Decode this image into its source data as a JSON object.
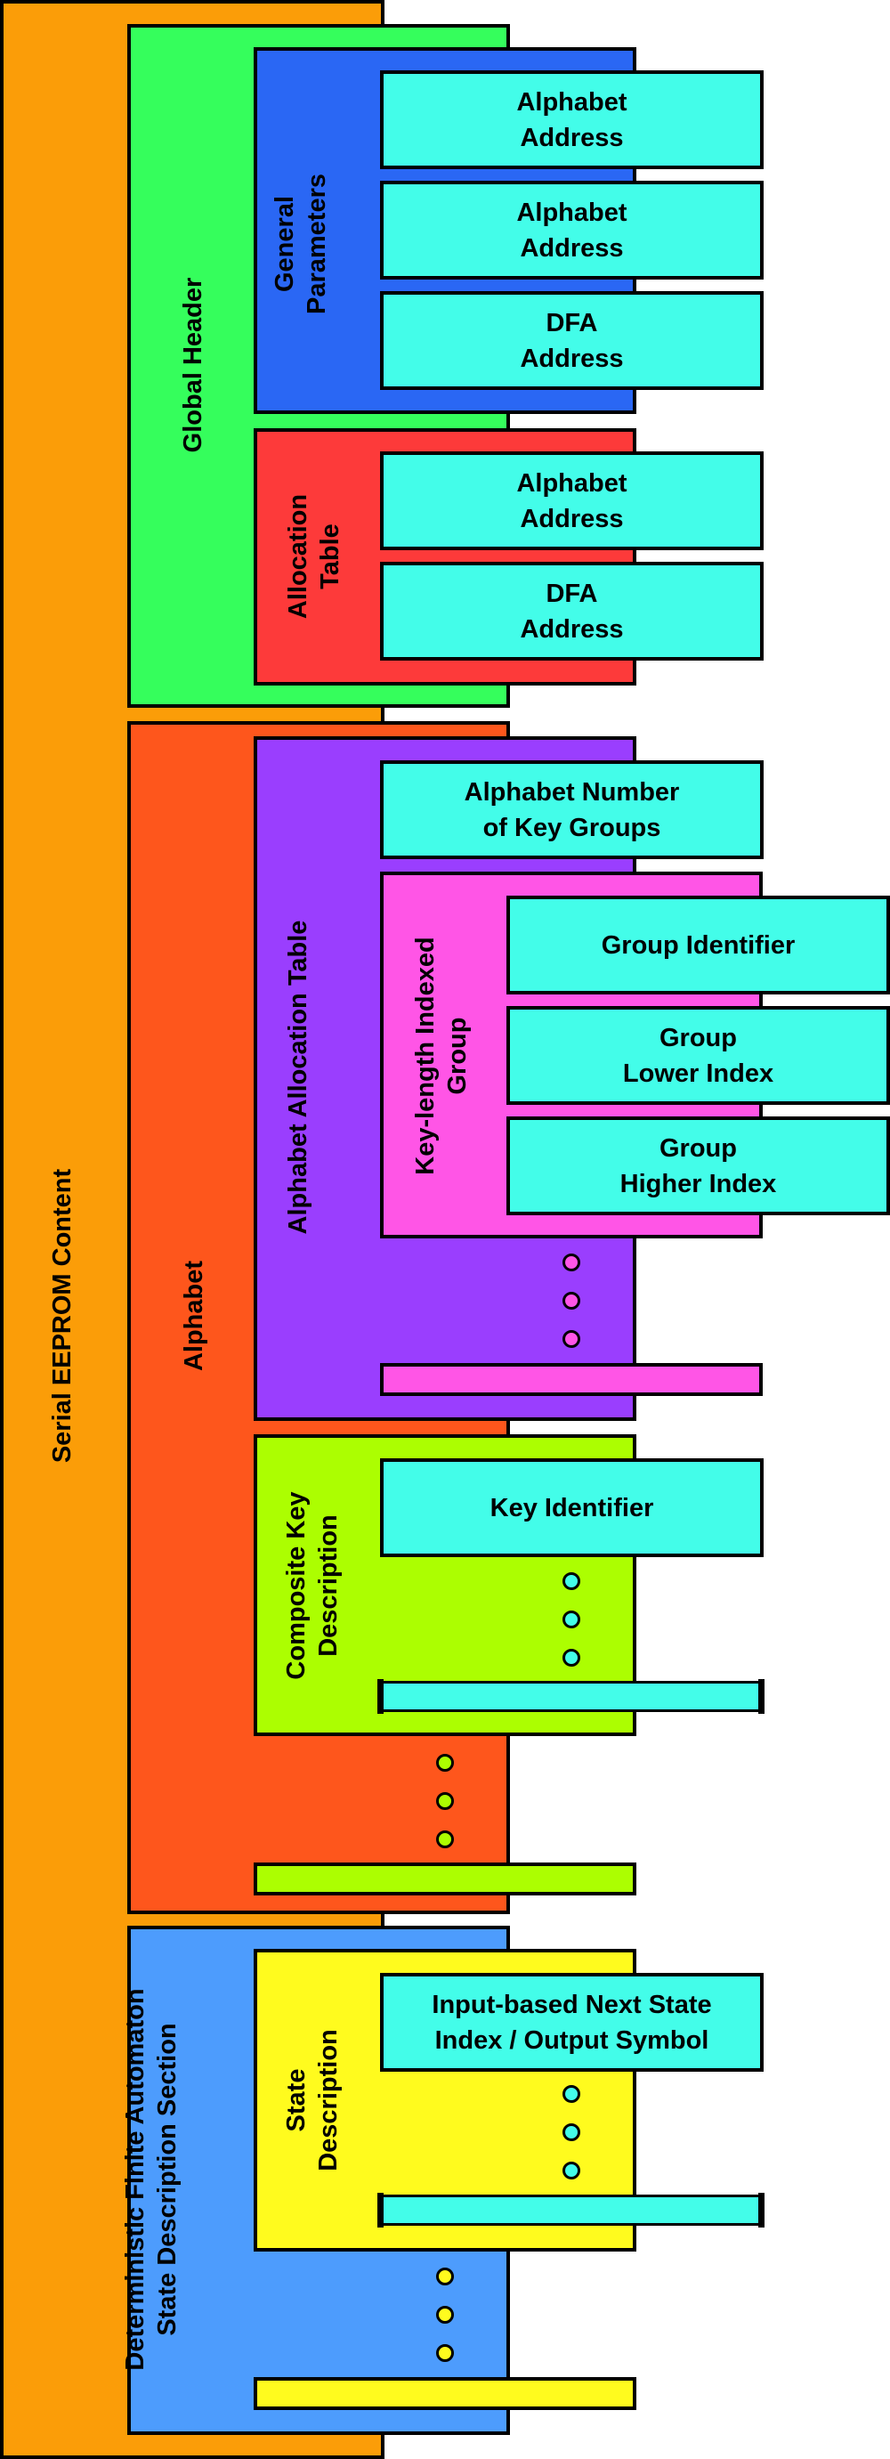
{
  "colors": {
    "orange": "#fb9d08",
    "green": "#35fe5c",
    "blue": "#2a67f4",
    "red": "#fd3a3a",
    "cyan": "#43fde9",
    "orange_red": "#fe561c",
    "purple": "#9a3efe",
    "pink": "#ff55e6",
    "lime": "#acfe01",
    "light_blue": "#4d9cfd",
    "yellow": "#fffb1e"
  },
  "root": {
    "label": "Serial EEPROM Content"
  },
  "global_header": {
    "label": "Global Header",
    "general_parameters": {
      "label": "General\nParameters",
      "items": [
        "Alphabet\nAddress",
        "Alphabet\nAddress",
        "DFA\nAddress"
      ]
    },
    "allocation_table": {
      "label": "Allocation\nTable",
      "items": [
        "Alphabet\nAddress",
        "DFA\nAddress"
      ]
    }
  },
  "alphabet": {
    "label": "Alphabet",
    "allocation_table": {
      "label": "Alphabet Allocation Table",
      "number_of_key_groups": "Alphabet Number\nof Key Groups",
      "key_length_group": {
        "label": "Key-length Indexed\nGroup",
        "items": [
          "Group Identifier",
          "Group\nLower Index",
          "Group\nHigher Index"
        ]
      }
    },
    "composite_key": {
      "label": "Composite Key\nDescription",
      "key_identifier": "Key Identifier"
    }
  },
  "dfa": {
    "label": "Deterministic Finite Automaton\nState Description Section",
    "state_description": {
      "label": "State\nDescription",
      "next_state": "Input-based Next State\nIndex / Output Symbol"
    }
  }
}
